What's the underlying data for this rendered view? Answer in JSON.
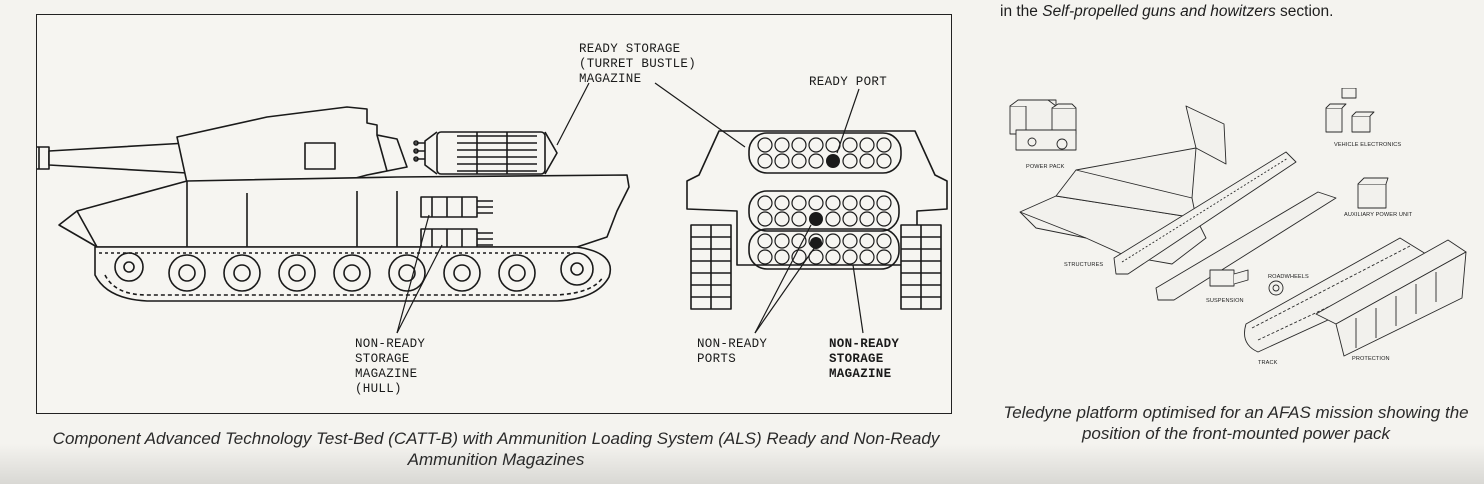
{
  "left_figure": {
    "labels": {
      "ready_storage": "READY STORAGE\n(TURRET BUSTLE)\nMAGAZINE",
      "ready_port": "READY PORT",
      "non_ready_hull": "NON-READY\nSTORAGE\nMAGAZINE\n(HULL)",
      "non_ready_ports": "NON-READY\nPORTS",
      "non_ready_storage": "NON-READY\nSTORAGE\nMAGAZINE"
    },
    "caption": "Component Advanced Technology Test-Bed (CATT-B) with Ammunition Loading System (ALS) Ready and Non-Ready Ammunition Magazines"
  },
  "right_column": {
    "intro_prefix": "in the ",
    "intro_italic": "Self-propelled guns and howitzers",
    "intro_suffix": " section.",
    "parts": {
      "power_pack": "POWER PACK",
      "vehicle_electronics": "VEHICLE ELECTRONICS",
      "auxiliary_power_unit": "AUXILIARY POWER UNIT",
      "structures": "STRUCTURES",
      "roadwheels": "ROADWHEELS",
      "suspension": "SUSPENSION",
      "track": "TRACK",
      "protection": "PROTECTION"
    },
    "caption": "Teledyne platform optimised for an AFAS mission showing the position of the front-mounted power pack"
  }
}
